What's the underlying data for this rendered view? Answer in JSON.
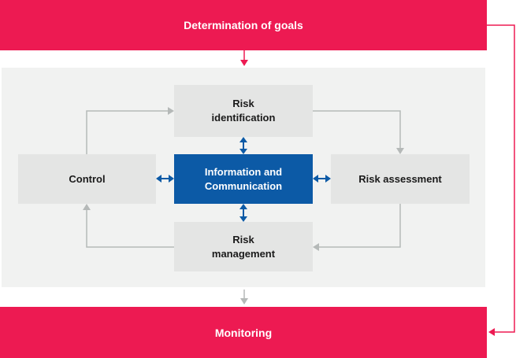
{
  "top_bar": {
    "label": "Determination of goals"
  },
  "bottom_bar": {
    "label": "Monitoring"
  },
  "boxes": {
    "risk_identification": "Risk\nidentification",
    "control": "Control",
    "information_communication": "Information and\nCommunication",
    "risk_assessment": "Risk assessment",
    "risk_management": "Risk\nmanagement"
  },
  "colors": {
    "red": "#ed1a52",
    "blue": "#0c5aa6",
    "gray_box": "#e4e5e4",
    "panel": "#f1f2f1",
    "gray_arrow": "#b5b9b8"
  }
}
